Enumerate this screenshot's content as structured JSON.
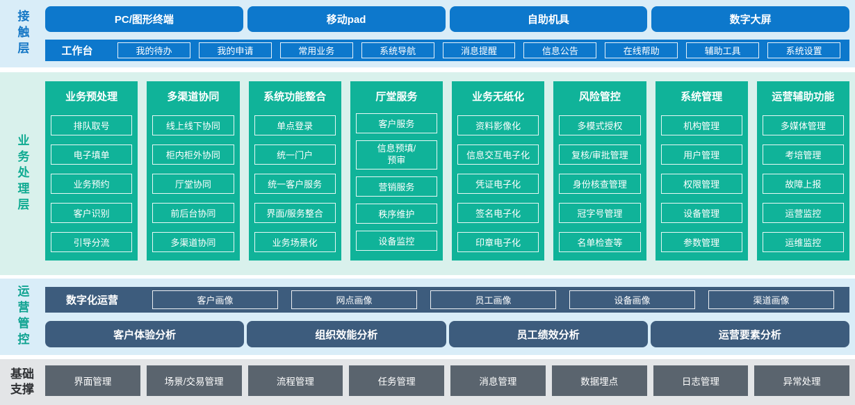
{
  "layers": {
    "contact": {
      "label": "接触层",
      "terminals": [
        "PC/图形终端",
        "移动pad",
        "自助机具",
        "数字大屏"
      ],
      "workbench_label": "工作台",
      "workbench_items": [
        "我的待办",
        "我的申请",
        "常用业务",
        "系统导航",
        "消息提醒",
        "信息公告",
        "在线帮助",
        "辅助工具",
        "系统设置"
      ]
    },
    "business": {
      "label": "业务处理层",
      "columns": [
        {
          "title": "业务预处理",
          "items": [
            "排队取号",
            "电子填单",
            "业务预约",
            "客户识别",
            "引导分流"
          ]
        },
        {
          "title": "多渠道协同",
          "items": [
            "线上线下协同",
            "柜内柜外协同",
            "厅堂协同",
            "前后台协同",
            "多渠道协同"
          ]
        },
        {
          "title": "系统功能整合",
          "items": [
            "单点登录",
            "统一门户",
            "统一客户服务",
            "界面/服务整合",
            "业务场景化"
          ]
        },
        {
          "title": "厅堂服务",
          "items": [
            "客户服务",
            "信息预填/\n预审",
            "营销服务",
            "秩序维护",
            "设备监控"
          ]
        },
        {
          "title": "业务无纸化",
          "items": [
            "资料影像化",
            "信息交互电子化",
            "凭证电子化",
            "签名电子化",
            "印章电子化"
          ]
        },
        {
          "title": "风险管控",
          "items": [
            "多模式授权",
            "复核/审批管理",
            "身份核查管理",
            "冠字号管理",
            "名单检查等"
          ]
        },
        {
          "title": "系统管理",
          "items": [
            "机构管理",
            "用户管理",
            "权限管理",
            "设备管理",
            "参数管理"
          ]
        },
        {
          "title": "运营辅助功能",
          "items": [
            "多媒体管理",
            "考培管理",
            "故障上报",
            "运营监控",
            "运维监控"
          ]
        }
      ]
    },
    "operations": {
      "label": "运营管控",
      "digital_label": "数字化运营",
      "profiles": [
        "客户画像",
        "网点画像",
        "员工画像",
        "设备画像",
        "渠道画像"
      ],
      "analyses": [
        "客户体验分析",
        "组织效能分析",
        "员工绩效分析",
        "运营要素分析"
      ]
    },
    "foundation": {
      "label": "基础支撑",
      "items": [
        "界面管理",
        "场景/交易管理",
        "流程管理",
        "任务管理",
        "消息管理",
        "数据埋点",
        "日志管理",
        "异常处理"
      ]
    }
  },
  "colors": {
    "accent_blue": "#0d78cc",
    "contact_bg": "#d9edf8",
    "teal": "#10b399",
    "business_bg": "#d9f1ec",
    "slate_blue": "#3d5c7d",
    "operations_bg": "#d9edf8",
    "gray_button": "#5a646e",
    "foundation_bg": "#e3e5e7",
    "contact_label_color": "#1577c5",
    "business_label_color": "#10ab92",
    "operations_label_color": "#10a391",
    "foundation_label_color": "#2e3033"
  }
}
